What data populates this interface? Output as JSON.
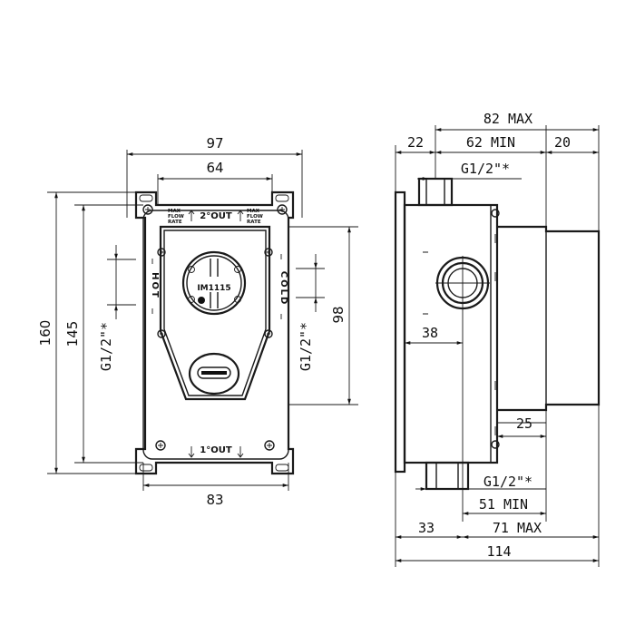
{
  "front_view": {
    "dim_width_outer": "97",
    "dim_width_inner": "64",
    "dim_height_total": "160",
    "dim_height_inner": "145",
    "dim_height_right": "98",
    "dim_width_bottom": "83",
    "thread_left": "G1/2\"*",
    "thread_right": "G1/2\"*",
    "label_out2": "2°OUT",
    "label_out1": "1°OUT",
    "label_hot": "HOT",
    "label_cold": "COLD",
    "label_maxflow": [
      "MAX",
      "FLOW",
      "RATE"
    ],
    "model_code": "IM1115"
  },
  "side_view": {
    "dim_total_max": "82 MAX",
    "dim_left": "22",
    "dim_mid_min": "62 MIN",
    "dim_right": "20",
    "thread_top": "G1/2\"*",
    "dim_38": "38",
    "dim_25": "25",
    "thread_bottom": "G1/2\"*",
    "dim_51_min": "51 MIN",
    "dim_33": "33",
    "dim_71_max": "71 MAX",
    "dim_114": "114"
  }
}
